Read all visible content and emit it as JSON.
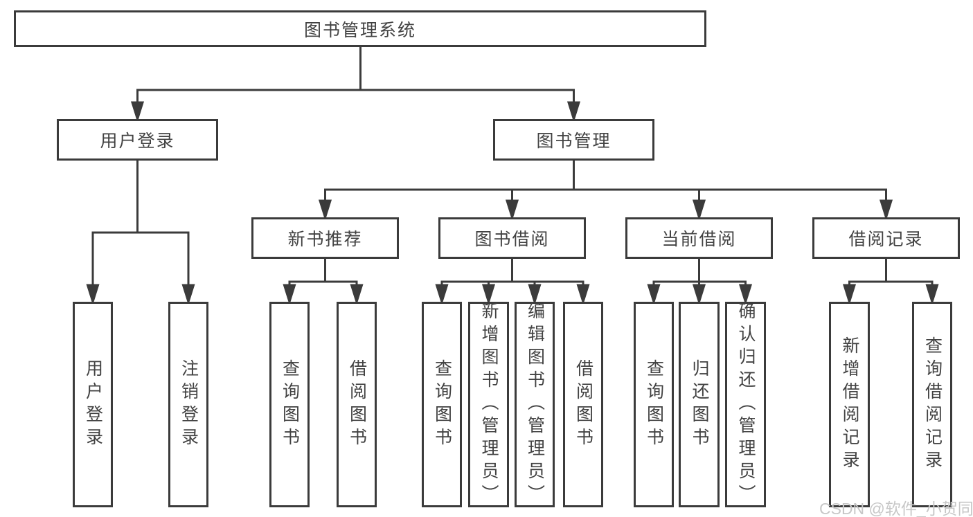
{
  "diagram_title": "图书管理系统",
  "tree": {
    "root": {
      "label": "图书管理系统"
    },
    "branches": [
      {
        "label": "用户登录",
        "children": [
          {
            "label": "用户登录"
          },
          {
            "label": "注销登录"
          }
        ]
      },
      {
        "label": "图书管理",
        "children": [
          {
            "label": "新书推荐",
            "children": [
              {
                "label": "查询图书"
              },
              {
                "label": "借阅图书"
              }
            ]
          },
          {
            "label": "图书借阅",
            "children": [
              {
                "label": "查询图书"
              },
              {
                "label": "新增图书（管理员）"
              },
              {
                "label": "编辑图书（管理员）"
              },
              {
                "label": "借阅图书"
              }
            ]
          },
          {
            "label": "当前借阅",
            "children": [
              {
                "label": "查询图书"
              },
              {
                "label": "归还图书"
              },
              {
                "label": "确认归还（管理员）"
              }
            ]
          },
          {
            "label": "借阅记录",
            "children": [
              {
                "label": "新增借阅记录"
              },
              {
                "label": "查询借阅记录"
              }
            ]
          }
        ]
      }
    ]
  },
  "watermark": {
    "text": "CSDN @软件_小贺同学"
  },
  "colors": {
    "line": "#3b3b3b",
    "text": "#424242",
    "background": "#ffffff",
    "watermark": "#c7c7c7"
  }
}
